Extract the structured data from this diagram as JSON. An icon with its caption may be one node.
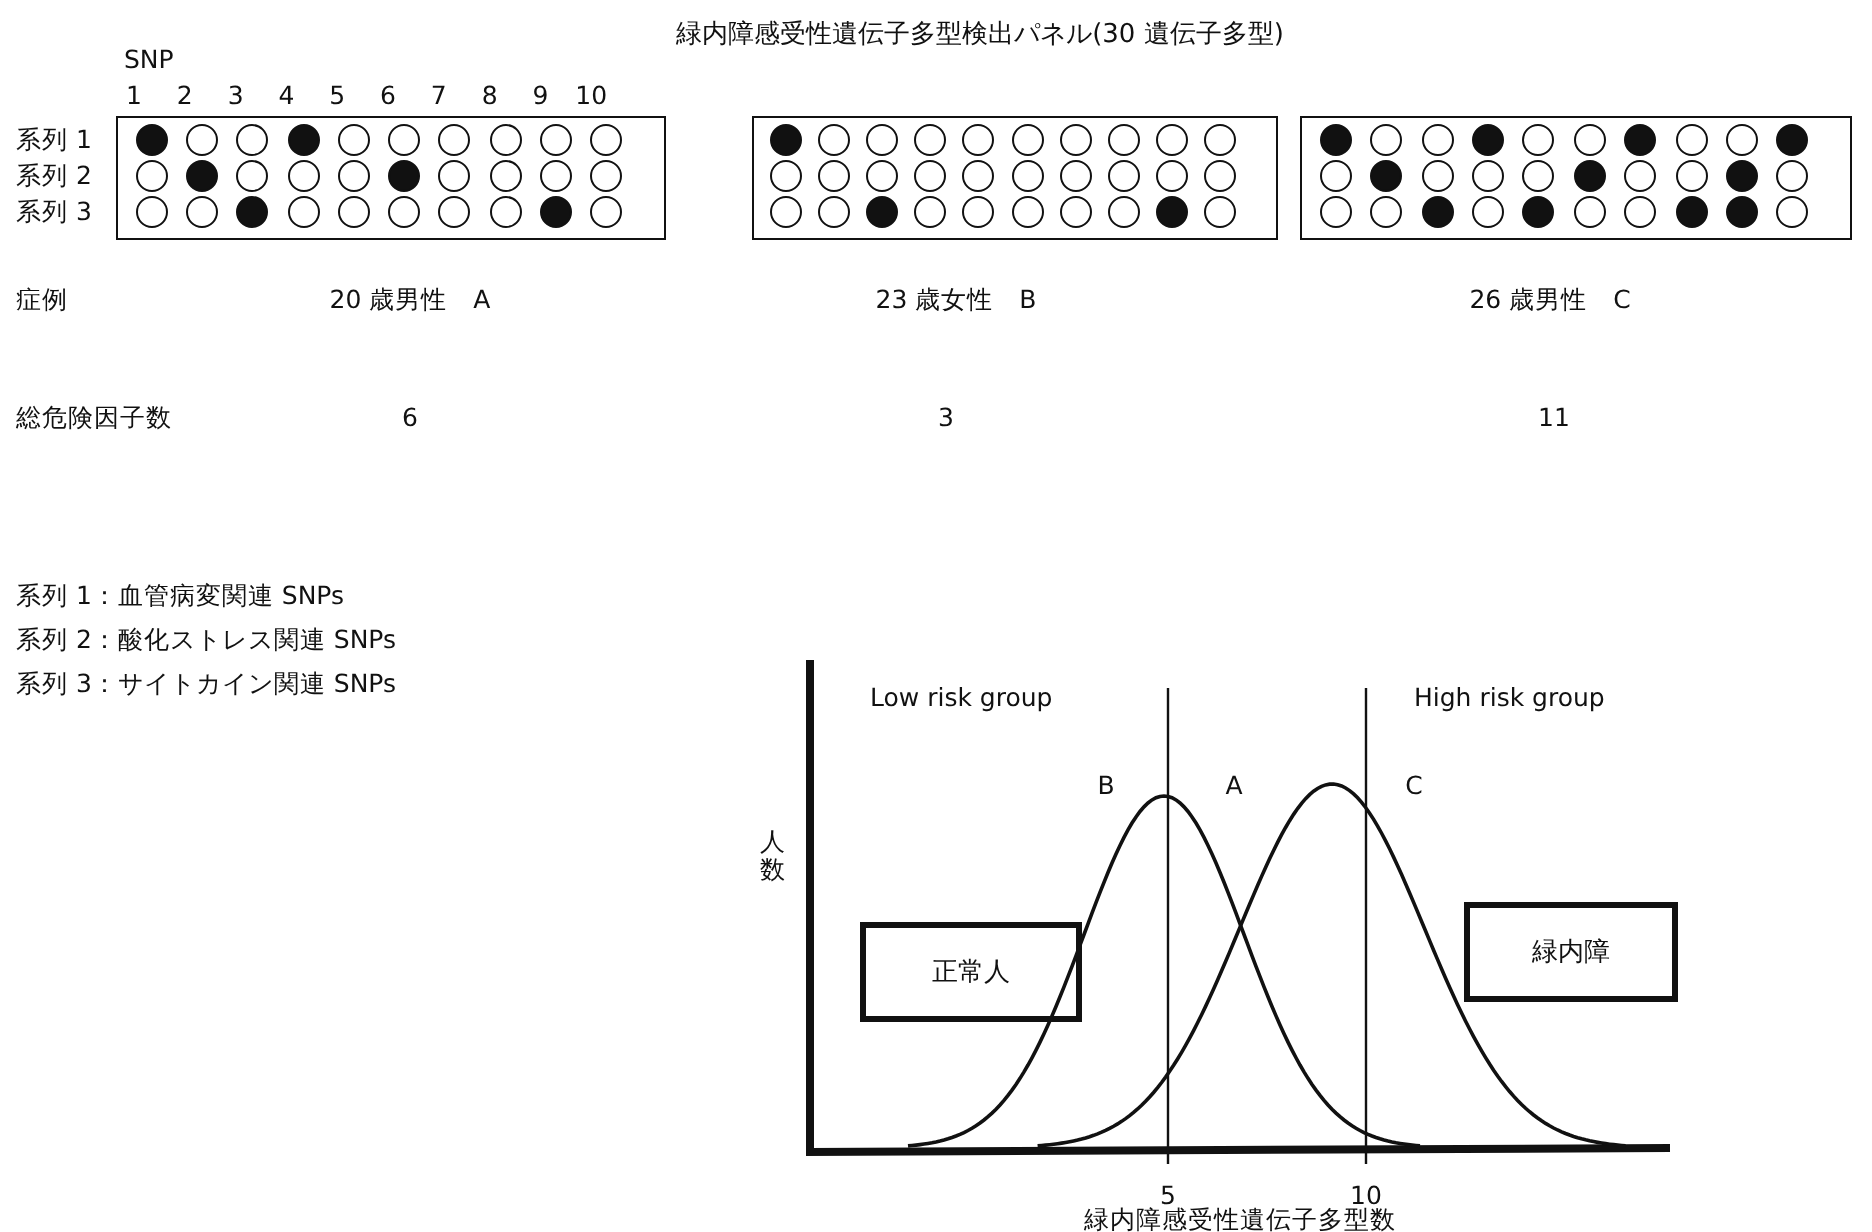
{
  "diagram": {
    "title": "緑内障感受性遺伝子多型検出パネル(30 遺伝子多型)",
    "nodes": [
      {
        "text": [],
        "shape": "box"
      },
      {
        "text": [],
        "shape": "dot",
        "in": 0
      },
      {
        "text": [],
        "shape": "circle",
        "in": 0
      },
      {
        "text": [],
        "shape": "circle",
        "in": 0
      },
      {
        "text": [],
        "shape": "dot",
        "in": 0
      },
      {
        "text": [],
        "shape": "circle",
        "in": 0
      },
      {
        "text": [],
        "shape": "circle",
        "in": 0
      },
      {
        "text": [],
        "shape": "circle",
        "in": 0
      },
      {
        "text": [],
        "shape": "circle",
        "in": 0
      },
      {
        "text": [],
        "shape": "circle",
        "in": 0
      },
      {
        "text": [],
        "shape": "circle",
        "in": 0
      },
      {
        "text": [],
        "shape": "circle",
        "in": 0
      },
      {
        "text": [],
        "shape": "dot",
        "in": 0
      },
      {
        "text": [],
        "shape": "circle",
        "in": 0
      },
      {
        "text": [],
        "shape": "circle",
        "in": 0
      },
      {
        "text": [],
        "shape": "circle",
        "in": 0
      },
      {
        "text": [],
        "shape": "dot",
        "in": 0
      },
      {
        "text": [],
        "shape": "circle",
        "in": 0
      },
      {
        "text": [],
        "shape": "circle",
        "in": 0
      },
      {
        "text": [],
        "shape": "circle",
        "in": 0
      },
      {
        "text": [],
        "shape": "circle",
        "in": 0
      },
      {
        "text": [],
        "shape": "circle",
        "in": 0
      },
      {
        "text": [],
        "shape": "circle",
        "in": 0
      },
      {
        "text": [],
        "shape": "dot",
        "in": 0
      },
      {
        "text": [],
        "shape": "circle",
        "in": 0
      },
      {
        "text": [],
        "shape": "circle",
        "in": 0
      },
      {
        "text": [],
        "shape": "circle",
        "in": 0
      },
      {
        "text": [],
        "shape": "circle",
        "in": 0
      },
      {
        "text": [],
        "shape": "circle",
        "in": 0
      },
      {
        "text": [],
        "shape": "dot",
        "in": 0
      },
      {
        "text": [],
        "shape": "circle",
        "in": 0
      },
      {
        "text": [],
        "shape": "box"
      },
      {
        "text": [],
        "shape": "dot",
        "in": 31
      },
      {
        "text": [],
        "shape": "circle",
        "in": 31
      },
      {
        "text": [],
        "shape": "circle",
        "in": 31
      },
      {
        "text": [],
        "shape": "circle",
        "in": 31
      },
      {
        "text": [],
        "shape": "circle",
        "in": 31
      },
      {
        "text": [],
        "shape": "circle",
        "in": 31
      },
      {
        "text": [],
        "shape": "circle",
        "in": 31
      },
      {
        "text": [],
        "shape": "circle",
        "in": 31
      },
      {
        "text": [],
        "shape": "circle",
        "in": 31
      },
      {
        "text": [],
        "shape": "circle",
        "in": 31
      },
      {
        "text": [],
        "shape": "circle",
        "in": 31
      },
      {
        "text": [],
        "shape": "circle",
        "in": 31
      },
      {
        "text": [],
        "shape": "circle",
        "in": 31
      },
      {
        "text": [],
        "shape": "circle",
        "in": 31
      },
      {
        "text": [],
        "shape": "circle",
        "in": 31
      },
      {
        "text": [],
        "shape": "circle",
        "in": 31
      },
      {
        "text": [],
        "shape": "circle",
        "in": 31
      },
      {
        "text": [],
        "shape": "circle",
        "in": 31
      },
      {
        "text": [],
        "shape": "circle",
        "in": 31
      },
      {
        "text": [],
        "shape": "circle",
        "in": 31
      },
      {
        "text": [],
        "shape": "circle",
        "in": 31
      },
      {
        "text": [],
        "shape": "circle",
        "in": 31
      },
      {
        "text": [],
        "shape": "dot",
        "in": 31
      },
      {
        "text": [],
        "shape": "circle",
        "in": 31
      },
      {
        "text": [],
        "shape": "circle",
        "in": 31
      },
      {
        "text": [],
        "shape": "circle",
        "in": 31
      },
      {
        "text": [],
        "shape": "circle",
        "in": 31
      },
      {
        "text": [],
        "shape": "circle",
        "in": 31
      },
      {
        "text": [],
        "shape": "dot",
        "in": 31
      },
      {
        "text": [],
        "shape": "circle",
        "in": 31
      },
      {
        "text": [],
        "shape": "box"
      },
      {
        "text": [],
        "shape": "dot",
        "in": 62
      },
      {
        "text": [],
        "shape": "circle",
        "in": 62
      },
      {
        "text": [],
        "shape": "circle",
        "in": 62
      },
      {
        "text": [],
        "shape": "dot",
        "in": 62
      },
      {
        "text": [],
        "shape": "circle",
        "in": 62
      },
      {
        "text": [],
        "shape": "circle",
        "in": 62
      },
      {
        "text": [],
        "shape": "dot",
        "in": 62
      },
      {
        "text": [],
        "shape": "circle",
        "in": 62
      },
      {
        "text": [],
        "shape": "circle",
        "in": 62
      },
      {
        "text": [],
        "shape": "dot",
        "in": 62
      },
      {
        "text": [],
        "shape": "circle",
        "in": 62
      },
      {
        "text": [],
        "shape": "dot",
        "in": 62
      },
      {
        "text": [],
        "shape": "circle",
        "in": 62
      },
      {
        "text": [],
        "shape": "circle",
        "in": 62
      },
      {
        "text": [],
        "shape": "circle",
        "in": 62
      },
      {
        "text": [],
        "shape": "dot",
        "in": 62
      },
      {
        "text": [],
        "shape": "circle",
        "in": 62
      },
      {
        "text": [],
        "shape": "circle",
        "in": 62
      },
      {
        "text": [],
        "shape": "dot",
        "in": 62
      },
      {
        "text": [],
        "shape": "circle",
        "in": 62
      },
      {
        "text": [],
        "shape": "circle",
        "in": 62
      },
      {
        "text": [],
        "shape": "circle",
        "in": 62
      },
      {
        "text": [],
        "shape": "dot",
        "in": 62
      },
      {
        "text": [],
        "shape": "circle",
        "in": 62
      },
      {
        "text": [],
        "shape": "dot",
        "in": 62
      },
      {
        "text": [],
        "shape": "circle",
        "in": 62
      },
      {
        "text": [],
        "shape": "circle",
        "in": 62
      },
      {
        "text": [],
        "shape": "dot",
        "in": 62
      },
      {
        "text": [],
        "shape": "dot",
        "in": 62
      },
      {
        "text": [],
        "shape": "circle",
        "in": 62
      },
      {
        "text": [
          "正常人"
        ]
      },
      {
        "text": [
          "緑内障"
        ]
      }
    ],
    "labels": [
      "SNP",
      "1",
      "2",
      "3",
      "4",
      "5",
      "6",
      "7",
      "8",
      "9",
      "10",
      "系列 1",
      "系列 2",
      "系列 3",
      "症例",
      "20 歳男性　A",
      "23 歳女性　B",
      "26 歳男性　C",
      "総危険因子数",
      "6",
      "3",
      "11",
      "系列 1：血管病変関連 SNPs",
      "系列 2：酸化ストレス関連 SNPs",
      "系列 3：サイトカイン関連 SNPs",
      "Low risk group",
      "High risk group",
      "B",
      "A",
      "C",
      "人数",
      "5",
      "10",
      "緑内障感受性遺伝子多型数"
    ]
  }
}
